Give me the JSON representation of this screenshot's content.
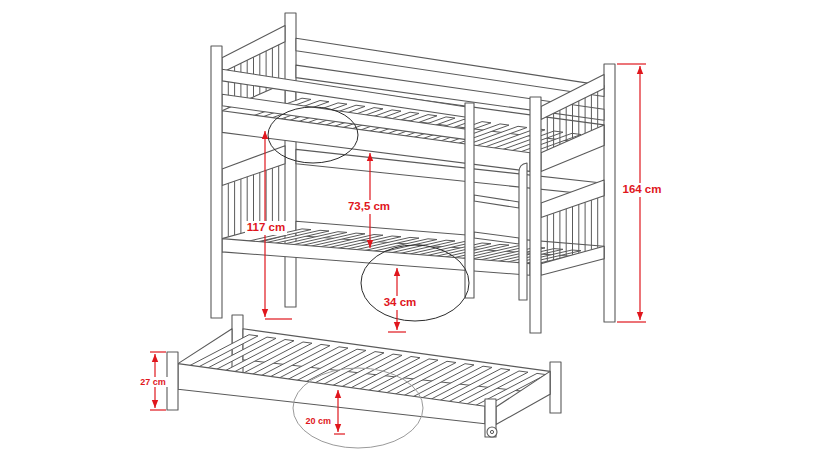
{
  "diagram": {
    "labels": [
      "164 cm",
      "73,5 cm",
      "117 cm",
      "34 cm",
      "27 cm",
      "20 cm"
    ]
  }
}
